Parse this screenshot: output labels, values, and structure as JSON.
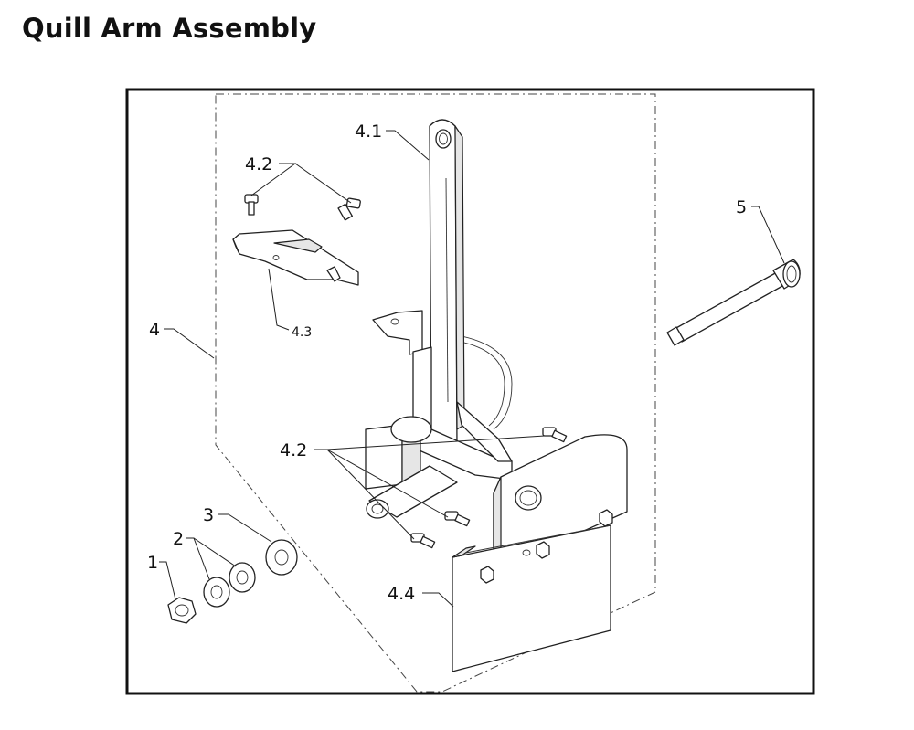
{
  "title": "Quill Arm Assembly",
  "callouts": {
    "c4_1": "4.1",
    "c4_2_top": "4.2",
    "c4_3": "4.3",
    "c4": "4",
    "c5": "5",
    "c4_2_mid": "4.2",
    "c3": "3",
    "c2": "2",
    "c1": "1",
    "c4_4": "4.4"
  }
}
